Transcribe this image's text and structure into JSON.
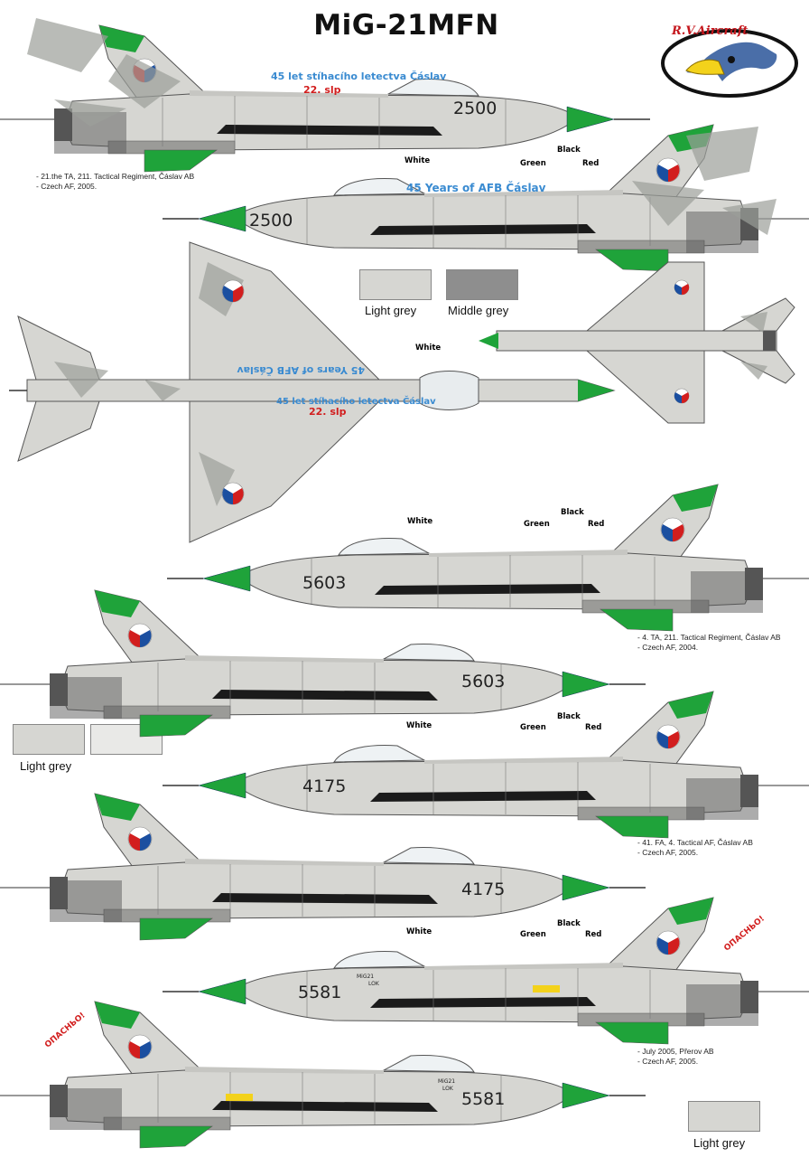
{
  "title": "MiG-21MFN",
  "logo": {
    "text": "R.V.Aircraft",
    "icon": "eagle-head-icon"
  },
  "colors": {
    "light_grey": "#d6d6d2",
    "middle_grey": "#8e8e8e",
    "green": "#1fa33a",
    "black": "#111111",
    "red": "#d21e1e",
    "white_grey": "#e9e9e7",
    "camo": "#a7aba6"
  },
  "captions": {
    "c1": [
      "- 21.the TA, 211. Tactical Regiment, Čáslav AB",
      "- Czech AF, 2005."
    ],
    "c2": [
      "- 4. TA, 211. Tactical Regiment, Čáslav AB",
      "- Czech AF, 2004."
    ],
    "c3": [
      "- 41. FA, 4. Tactical AF, Čáslav AB",
      "- Czech AF, 2005."
    ],
    "c4": [
      "- July 2005, Přerov AB",
      "- Czech AF, 2005."
    ]
  },
  "callouts": {
    "white": "White",
    "green": "Green",
    "black": "Black",
    "red": "Red"
  },
  "swatches": {
    "light_grey": "Light grey",
    "middle_grey": "Middle grey"
  },
  "aircraft": {
    "a1": {
      "serial": "2500",
      "text1": "45 let stíhacího letectva Čáslav",
      "text2": "22. slp"
    },
    "a2": {
      "serial": "2500",
      "text1": "45 Years of AFB Čáslav"
    },
    "top": {
      "text1": "45 Years of AFB Čáslav",
      "text2": "45 let stíhacího letectva Čáslav",
      "text3": "22. slp"
    },
    "a3": {
      "serial": "5603"
    },
    "a4": {
      "serial": "5603"
    },
    "a5": {
      "serial": "4175"
    },
    "a6": {
      "serial": "4175"
    },
    "a7": {
      "serial": "5581",
      "text1": "ОПАСНЬО!",
      "text2": "MiG21",
      "text3": "LOK"
    },
    "a8": {
      "serial": "5581",
      "text1": "ОПАСНЬО!",
      "text2": "MiG21",
      "text3": "LOK"
    }
  }
}
